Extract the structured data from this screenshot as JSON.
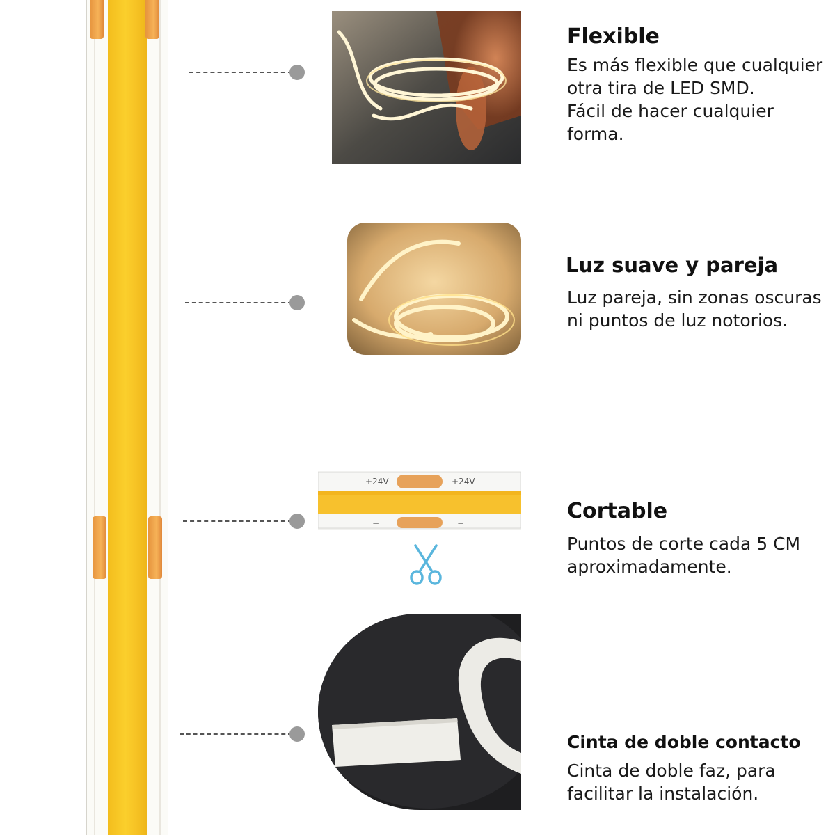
{
  "features": [
    {
      "title": "Flexible",
      "body": "Es más flexible que cualquier\notra tira de LED SMD.\nFácil de hacer cualquier\nforma."
    },
    {
      "title": "Luz suave y pareja",
      "body": "Luz pareja, sin zonas oscuras\nni puntos de luz notorios."
    },
    {
      "title": "Cortable",
      "body": "Puntos de corte cada 5 CM\naproximadamente."
    },
    {
      "title": "Cinta de doble contacto",
      "body": "Cinta de doble faz, para\nfacilitar la instalación."
    }
  ],
  "strip_labels": {
    "positive_left": "+24V",
    "positive_right": "+24V",
    "negative_left": "−",
    "negative_right": "−"
  },
  "colors": {
    "cob_yellow": "#fbcf2c",
    "copper_pad": "#f6b257",
    "scissors_blue": "#5ab6dd",
    "connector_dot": "#9a9a9a"
  },
  "icons": [
    "scissors-icon"
  ]
}
